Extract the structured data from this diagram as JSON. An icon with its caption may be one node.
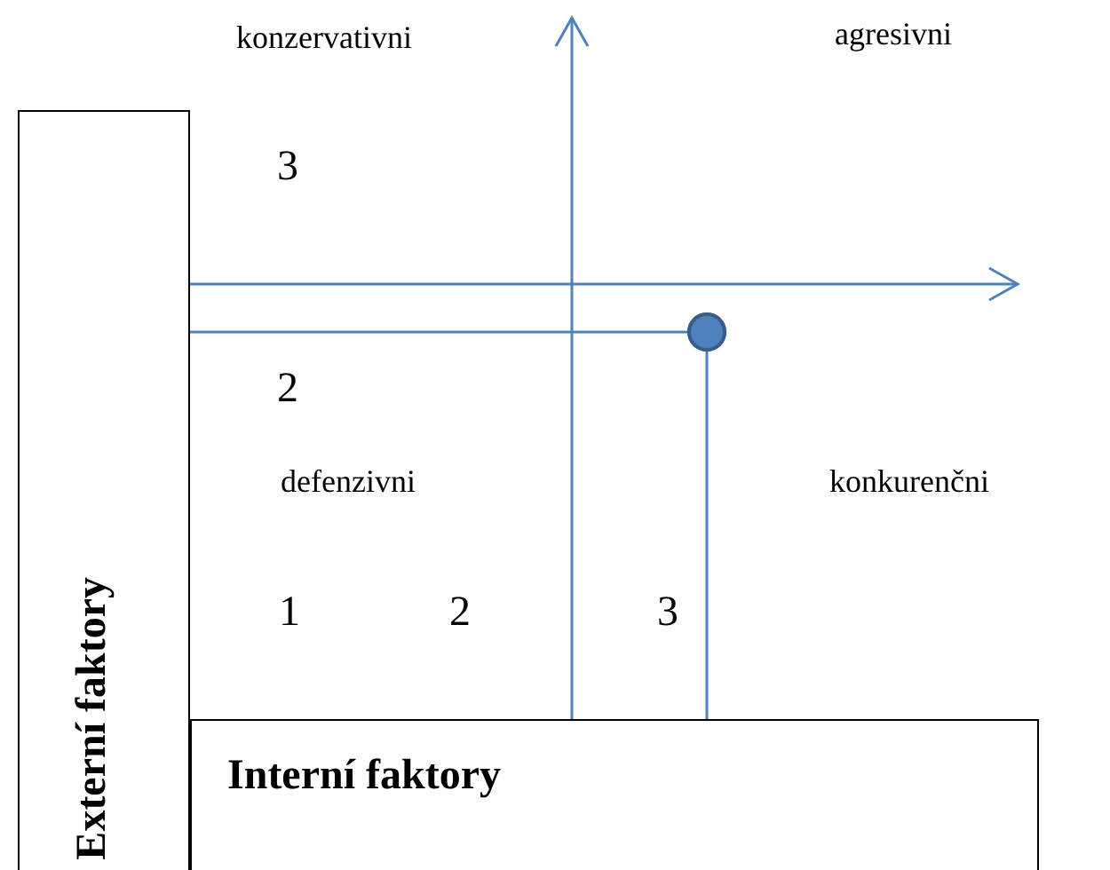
{
  "diagram": {
    "nodes": [
      {
        "text": [
          "Externí faktory"
        ]
      },
      {
        "text": [
          "Interní faktory"
        ]
      },
      {
        "text": [],
        "shape": "circle"
      }
    ],
    "edges": [
      {
        "from": 2,
        "to": 0,
        "arrow": "none"
      },
      {
        "from": 2,
        "to": 1,
        "arrow": "none"
      }
    ],
    "labels": [
      "konzervativni",
      "agresivni",
      "3",
      "2",
      "defenzivni",
      "konkurenčni",
      "1",
      "2",
      "3"
    ]
  }
}
